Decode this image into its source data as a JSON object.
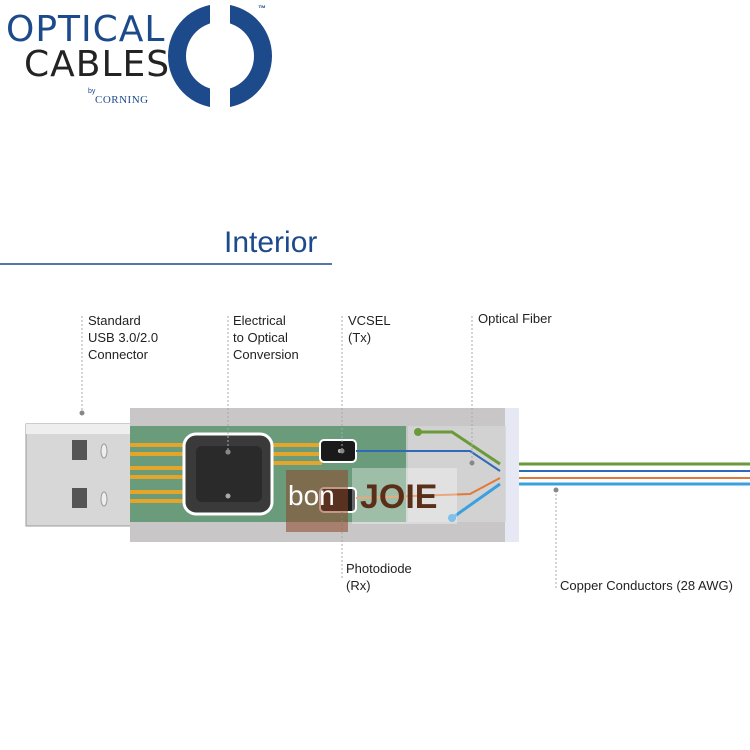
{
  "logo": {
    "line1": "OPTICAL",
    "line2": "CABLES",
    "by": "by",
    "brand": "CORNING",
    "tm": "™"
  },
  "section_title": "Interior",
  "labels": {
    "usb_connector": [
      "Standard",
      "USB 3.0/2.0",
      "Connector"
    ],
    "conversion": [
      "Electrical",
      "to Optical",
      "Conversion"
    ],
    "vcsel": [
      "VCSEL",
      "(Tx)"
    ],
    "optical_fiber": "Optical Fiber",
    "photodiode": [
      "Photodiode",
      "(Rx)"
    ],
    "copper": "Copper Conductors (28 AWG)"
  },
  "watermark": {
    "left": "bon",
    "right": "JOIE"
  },
  "colors": {
    "brand_blue": "#1d4a8a",
    "fiber_green": "#6a9a3a",
    "fiber_blue": "#2f6ab8",
    "copper_orange": "#e07a3a",
    "copper_blue": "#3aa0e0"
  }
}
